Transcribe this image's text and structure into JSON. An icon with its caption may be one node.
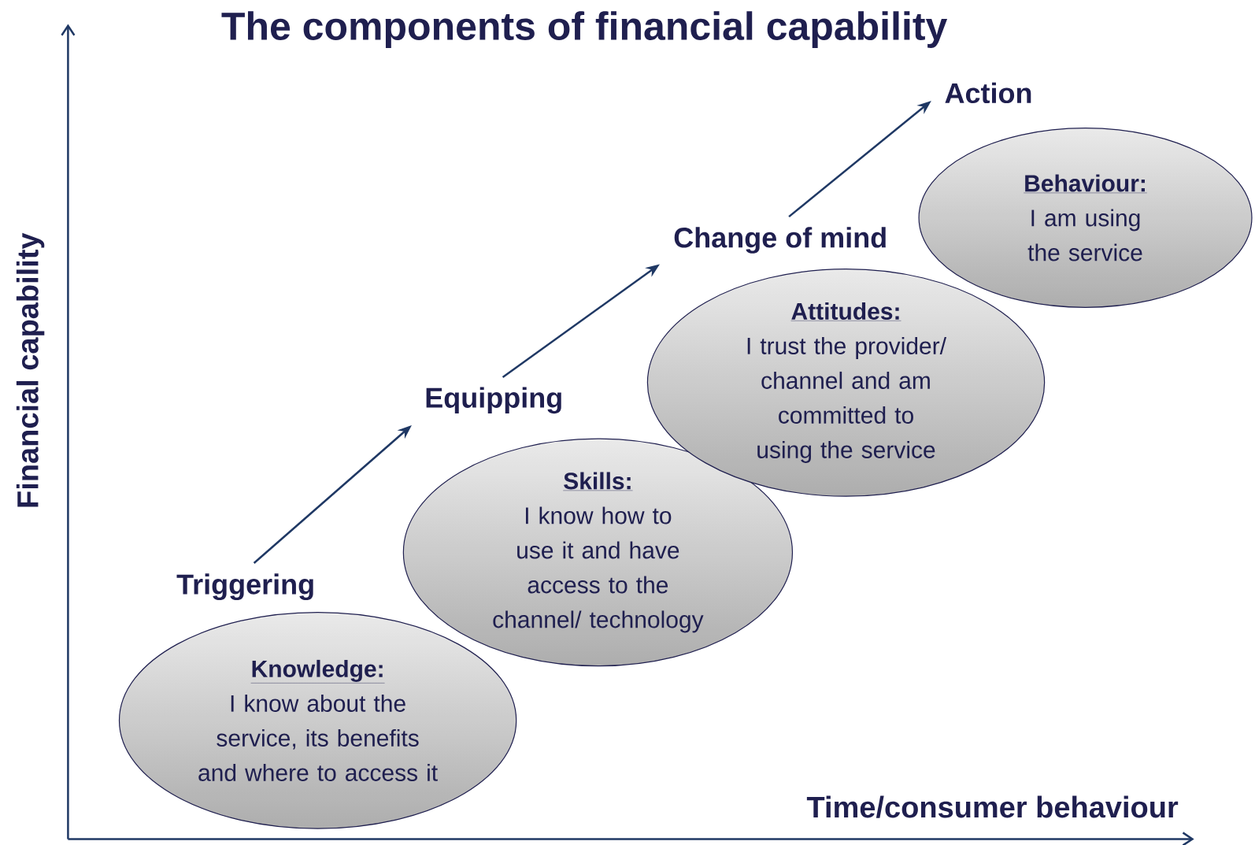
{
  "diagram": {
    "title": "The components of financial capability",
    "nodes": [
      {
        "text": [
          "Knowledge:",
          "I know about the service, its benefits and where to access it"
        ]
      },
      {
        "text": [
          "Triggering"
        ]
      },
      {
        "text": [
          "Skills:",
          "I know how to use it and have access to the channel/ technology"
        ]
      },
      {
        "text": [
          "Equipping"
        ]
      },
      {
        "text": [
          "Attitudes:",
          "I trust the provider/ channel and am committed to using the service"
        ]
      },
      {
        "text": [
          "Change of mind"
        ]
      },
      {
        "text": [
          "Behaviour:",
          "I am using the service"
        ]
      },
      {
        "text": [
          "Action"
        ]
      }
    ],
    "edges": [
      {
        "from": 1,
        "to": 3,
        "arrow": "to"
      },
      {
        "from": 3,
        "to": 5,
        "arrow": "to"
      },
      {
        "from": 5,
        "to": 7,
        "arrow": "to"
      }
    ],
    "labels": [
      "Financial capability",
      "Time/consumer behaviour"
    ]
  }
}
